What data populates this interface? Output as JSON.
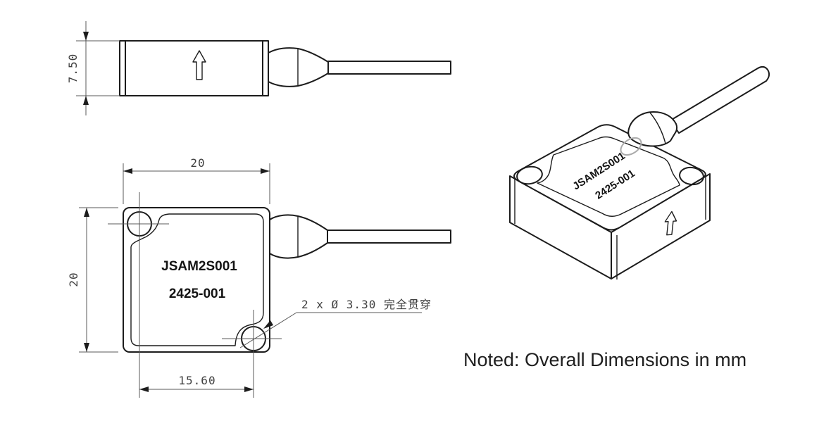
{
  "note": {
    "text": "Noted: Overall Dimensions in mm"
  },
  "part": {
    "model": "JSAM2S001",
    "part_number": "2425-001"
  },
  "dimensions": {
    "body_height_mm": "7.50",
    "body_width_mm": "20",
    "body_length_mm": "20",
    "hole_spacing_mm": "15.60",
    "hole_callout": "2 x Ø 3.30 完全贯穿"
  },
  "colors": {
    "object_line": "#1c1c1c",
    "dimension_line": "#585858",
    "background": "#ffffff",
    "highlight_ring": "#ababab"
  }
}
